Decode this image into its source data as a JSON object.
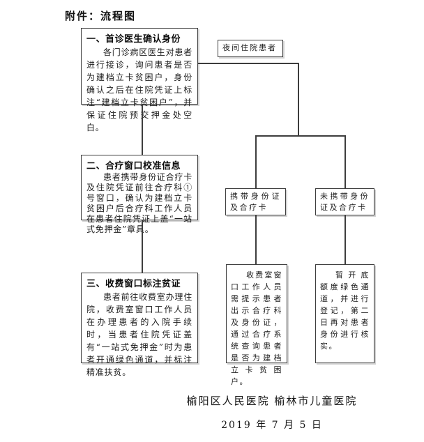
{
  "page": {
    "title": "附件：流程图",
    "background": "#ffffff",
    "border_color": "#3d3d3d",
    "text_color": "#1c1c1c"
  },
  "flowchart": {
    "step1": {
      "title": "一、首诊医生确认身份",
      "body": "各门诊病区医生对患者进行接诊，询问患者是否为建档立卡贫困户，身份确认之后在住院凭证上标注“建档立卡贫困户”，并保证住院预交押金处空白。"
    },
    "night_box": {
      "label": "夜间住院患者"
    },
    "step2": {
      "title": "二、合疗窗口校准信息",
      "body": "患者携带身份证合疗卡及住院凭证前往合疗科①号窗口，确认为建档立卡贫困户后合疗科工作人员在患者住院凭证上盖“一站式免押金”章具。"
    },
    "step3": {
      "title": "三、收费窗口标注贫证",
      "body": "患者前往收费室办理住院，收费室窗口工作人员在办理患者的入院手续时，当患者住院凭证盖有“一站式免押金”时为患者开通绿色通道，并标注精准扶贫。"
    },
    "branch_carry": {
      "label": "携带身份证及合疗卡"
    },
    "branch_no_carry": {
      "label": "未携带身份证及合疗卡"
    },
    "carry_action": {
      "body": "收费室窗口工作人员需提示患者出示合疗科及身份证，通过合疗系统查询患者是否为建档立卡贫困户。"
    },
    "no_carry_action": {
      "body": "暂开底额度绿色通道，并进行登记，第二日再对患者身份进行核实。"
    }
  },
  "footer": {
    "signature": "榆阳区人民医院 榆林市儿童医院",
    "date": "2019 年 7 月 5 日"
  }
}
